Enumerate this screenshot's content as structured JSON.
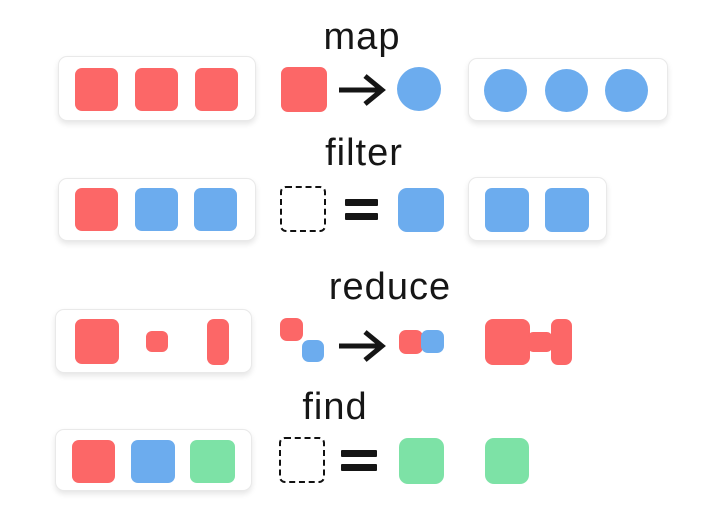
{
  "colors": {
    "red": "#FC6767",
    "blue": "#6CACEE",
    "green": "#7DE2A6",
    "ink": "#151515"
  },
  "rows": [
    {
      "title": "map",
      "input_items": [
        "red-square",
        "red-square",
        "red-square"
      ],
      "transform": {
        "from": "red-square",
        "operator": "arrow",
        "to": "blue-circle"
      },
      "output_items": [
        "blue-circle",
        "blue-circle",
        "blue-circle"
      ]
    },
    {
      "title": "filter",
      "input_items": [
        "red-square",
        "blue-square",
        "blue-square"
      ],
      "transform": {
        "from": "empty-dashed-square",
        "operator": "equals",
        "to": "blue-square"
      },
      "output_items": [
        "blue-square",
        "blue-square"
      ]
    },
    {
      "title": "reduce",
      "input_items": [
        "large-red-square",
        "small-red-square",
        "tall-red-rect"
      ],
      "transform": {
        "from": "red-square-and-blue-square",
        "operator": "arrow",
        "to": "red-blue-pair"
      },
      "output_items": [
        "merged-red-shape"
      ]
    },
    {
      "title": "find",
      "input_items": [
        "red-square",
        "blue-square",
        "green-square"
      ],
      "transform": {
        "from": "empty-dashed-square",
        "operator": "equals",
        "to": "green-square"
      },
      "output_items": [
        "green-square"
      ]
    }
  ]
}
